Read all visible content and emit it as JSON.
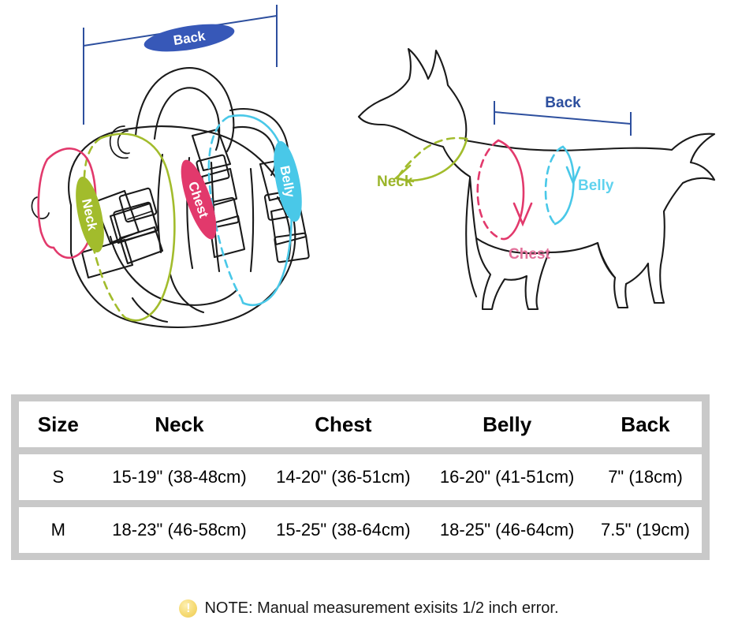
{
  "illustrations": {
    "harness": {
      "alt": "product-harness-diagram",
      "back_pill_label": "Back",
      "neck_pill_label": "Neck",
      "chest_pill_label": "Chest",
      "belly_pill_label": "Belly"
    },
    "dog": {
      "alt": "dog-measurement-diagram",
      "back_label": "Back",
      "neck_label": "Neck",
      "chest_label": "Chest",
      "belly_label": "Belly"
    },
    "colors": {
      "back": "#2d4f9e",
      "back_pill": "#3758b8",
      "neck": "#a2bc2c",
      "chest": "#e2396c",
      "belly": "#49c8e8",
      "outline": "#1a1a1a"
    }
  },
  "table": {
    "headers": [
      "Size",
      "Neck",
      "Chest",
      "Belly",
      "Back"
    ],
    "rows": [
      {
        "size": "S",
        "neck": "15-19\" (38-48cm)",
        "chest": "14-20\" (36-51cm)",
        "belly": "16-20\" (41-51cm)",
        "back": "7\" (18cm)"
      },
      {
        "size": "M",
        "neck": "18-23\" (46-58cm)",
        "chest": "15-25\" (38-64cm)",
        "belly": "18-25\" (46-64cm)",
        "back": "7.5\" (19cm)"
      }
    ]
  },
  "note": {
    "icon": "exclamation-icon",
    "icon_glyph": "!",
    "text": "NOTE: Manual measurement exisits 1/2 inch error."
  }
}
